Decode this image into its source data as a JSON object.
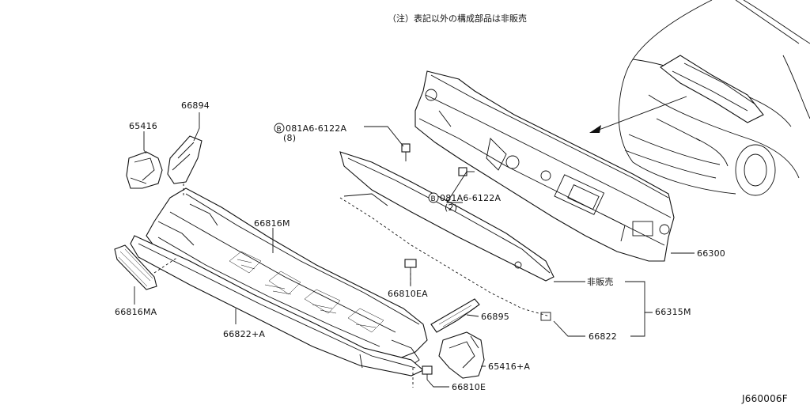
{
  "note": "（注）表記以外の構成部品は非販売",
  "diagram_id": "J660006F",
  "labels": {
    "p66894": "66894",
    "p65416": "65416",
    "bolt_top": "081A6-6122A",
    "bolt_top_qty": "(8)",
    "bolt_mid": "081A6-6122A",
    "bolt_mid_qty": "(2)",
    "p66816M": "66816M",
    "p66300": "66300",
    "not_sold": "非販売",
    "p66816MA": "66816MA",
    "p66810EA": "66810EA",
    "p66315M": "66315M",
    "p66895": "66895",
    "p66822A": "66822+A",
    "p66822": "66822",
    "p65416A": "65416+A",
    "p66810E": "66810E"
  },
  "bolt_marker": "B"
}
